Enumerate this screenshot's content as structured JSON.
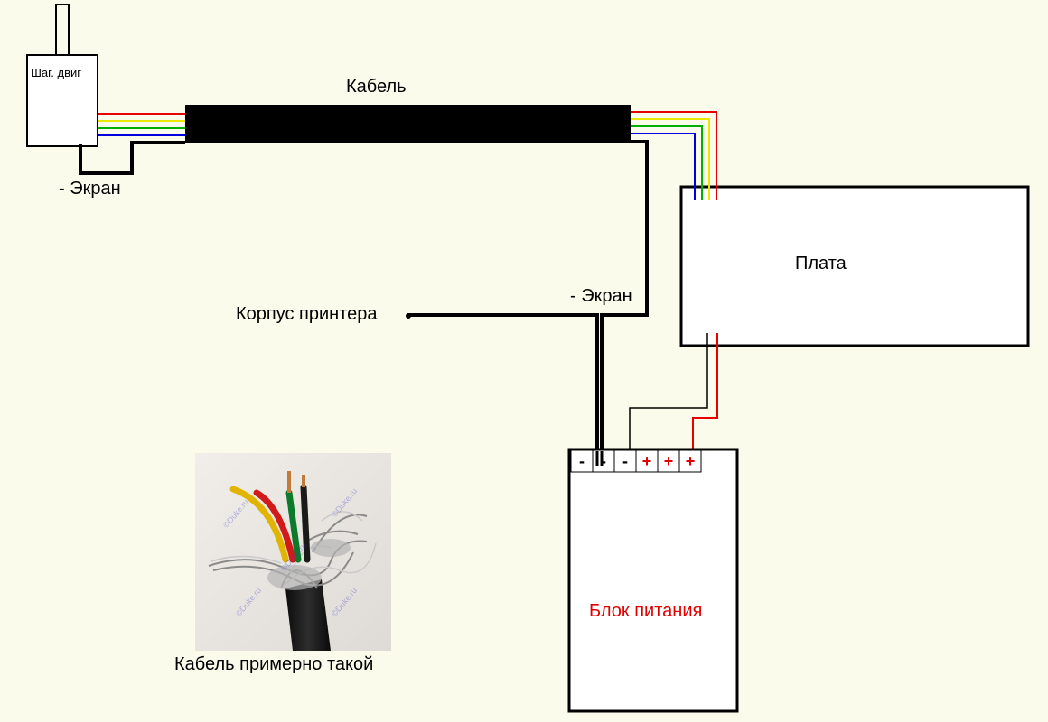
{
  "motor": {
    "label": "Шаг. двиг"
  },
  "cable": {
    "label": "Кабель"
  },
  "board": {
    "label": "Плата"
  },
  "psu": {
    "label": "Блок питания",
    "label_color": "#e00000",
    "terminals": [
      "-",
      "-",
      "-",
      "+",
      "+",
      "+"
    ]
  },
  "shield_left": {
    "label": "- Экран"
  },
  "shield_right": {
    "label": "- Экран"
  },
  "printer_case": {
    "label": "Корпус принтера"
  },
  "photo": {
    "caption": "Кабель примерно такой",
    "watermark": "©Duke.ru"
  },
  "colors": {
    "background": "#fbfbec",
    "wire_red": "#e60000",
    "wire_yellow": "#e8e800",
    "wire_green": "#00b000",
    "wire_blue": "#0000e0",
    "plus_red": "#e00000"
  }
}
